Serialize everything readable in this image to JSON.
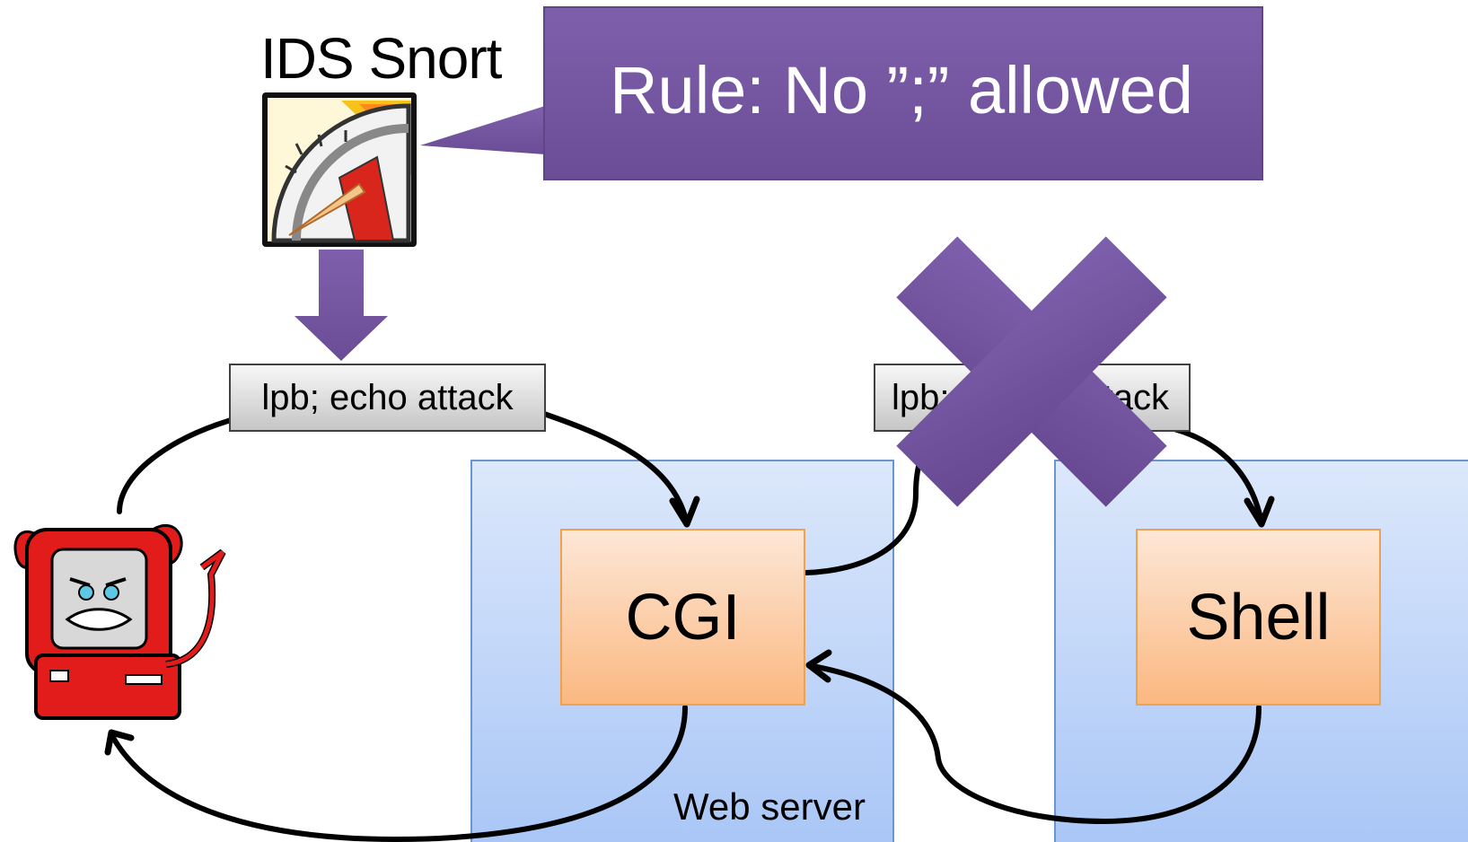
{
  "ids": {
    "title": "IDS Snort",
    "icon": "speedometer-gauge-icon"
  },
  "callout": {
    "text": "Rule: No ”;” allowed",
    "color": "#7a5aa6"
  },
  "packets": {
    "left_text": "lpb; echo attack",
    "right_text_visible": "lpb;",
    "right_text_tail": "ttack"
  },
  "boxes": {
    "cgi": "CGI",
    "shell": "Shell"
  },
  "server": {
    "label": "Web server"
  },
  "icons": {
    "attacker": "devil-computer-icon",
    "blocked": "x-cross-icon",
    "down": "down-arrow-icon"
  },
  "colors": {
    "purple": "#7a5aa6",
    "server_fill_top": "#dce8fb",
    "server_fill_bottom": "#a9c6f6",
    "server_border": "#6b95cf",
    "box_fill_top": "#fde7d6",
    "box_fill_bottom": "#fbb881",
    "box_border": "#f0a150"
  }
}
